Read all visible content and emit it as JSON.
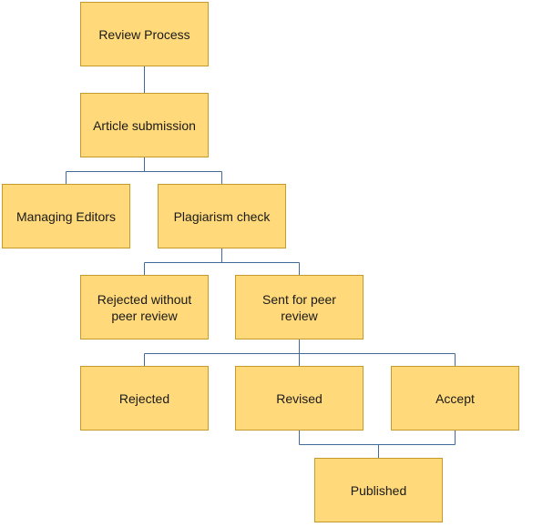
{
  "colors": {
    "node_fill": "#ffd97a",
    "node_border": "#c59a2c",
    "connector": "#3f6a9a",
    "text": "#1a1a1a"
  },
  "nodes": {
    "review_process": "Review Process",
    "article_submission": "Article submission",
    "managing_editors": "Managing Editors",
    "plagiarism_check": "Plagiarism check",
    "rejected_without_peer_review": "Rejected without peer review",
    "sent_for_peer_review": "Sent for peer review",
    "rejected": "Rejected",
    "revised": "Revised",
    "accept": "Accept",
    "published": "Published"
  },
  "edges": [
    [
      "review_process",
      "article_submission"
    ],
    [
      "article_submission",
      "managing_editors"
    ],
    [
      "article_submission",
      "plagiarism_check"
    ],
    [
      "plagiarism_check",
      "rejected_without_peer_review"
    ],
    [
      "plagiarism_check",
      "sent_for_peer_review"
    ],
    [
      "sent_for_peer_review",
      "rejected"
    ],
    [
      "sent_for_peer_review",
      "revised"
    ],
    [
      "sent_for_peer_review",
      "accept"
    ],
    [
      "revised",
      "published"
    ],
    [
      "accept",
      "published"
    ]
  ]
}
